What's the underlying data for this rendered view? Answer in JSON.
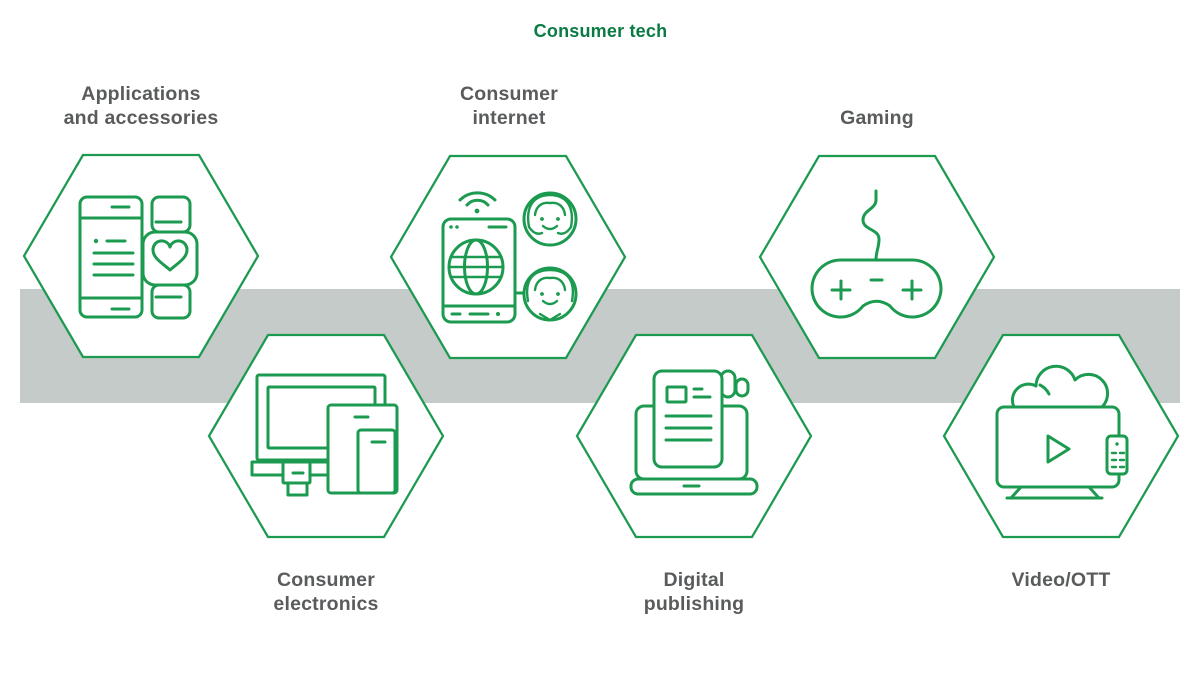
{
  "title": "Consumer tech",
  "colors": {
    "accent_green": "#1b9a50",
    "title_green": "#0b7b45",
    "label_gray": "#595b5d",
    "band_gray": "#c5cbc9",
    "hexagon_fill": "#ffffff",
    "background": "#ffffff"
  },
  "band": {
    "description": "horizontal gray ribbon behind hexagons"
  },
  "categories": [
    {
      "id": "applications-and-accessories",
      "label_lines": [
        "Applications",
        "and accessories"
      ],
      "label_position": "above",
      "icon": "phone-smartwatch-icon"
    },
    {
      "id": "consumer-internet",
      "label_lines": [
        "Consumer",
        "internet"
      ],
      "label_position": "above",
      "icon": "tablet-globe-users-icon"
    },
    {
      "id": "gaming",
      "label_lines": [
        "Gaming"
      ],
      "label_position": "above",
      "icon": "game-controller-icon"
    },
    {
      "id": "consumer-electronics",
      "label_lines": [
        "Consumer",
        "electronics"
      ],
      "label_position": "below",
      "icon": "multi-device-icon"
    },
    {
      "id": "digital-publishing",
      "label_lines": [
        "Digital",
        "publishing"
      ],
      "label_position": "below",
      "icon": "laptop-document-icon"
    },
    {
      "id": "video-ott",
      "label_lines": [
        "Video/OTT"
      ],
      "label_position": "below",
      "icon": "tv-cloud-remote-icon"
    }
  ]
}
